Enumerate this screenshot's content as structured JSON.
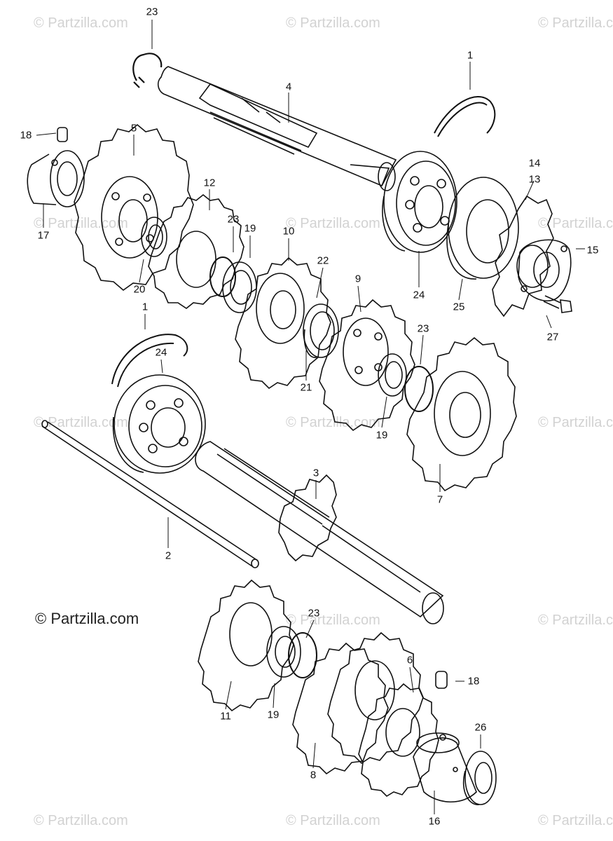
{
  "watermark_text": "© Partzilla.com",
  "copyright_text": "© Partzilla.com",
  "callouts": [
    "23",
    "1",
    "4",
    "18",
    "5",
    "12",
    "23",
    "19",
    "10",
    "14",
    "13",
    "15",
    "17",
    "20",
    "22",
    "9",
    "24",
    "25",
    "27",
    "1",
    "24",
    "23",
    "21",
    "19",
    "7",
    "3",
    "2",
    "23",
    "6",
    "18",
    "11",
    "19",
    "8",
    "26",
    "16"
  ],
  "colors": {
    "ink": "#111111",
    "watermark": "#d2d2d2",
    "background": "#ffffff"
  }
}
